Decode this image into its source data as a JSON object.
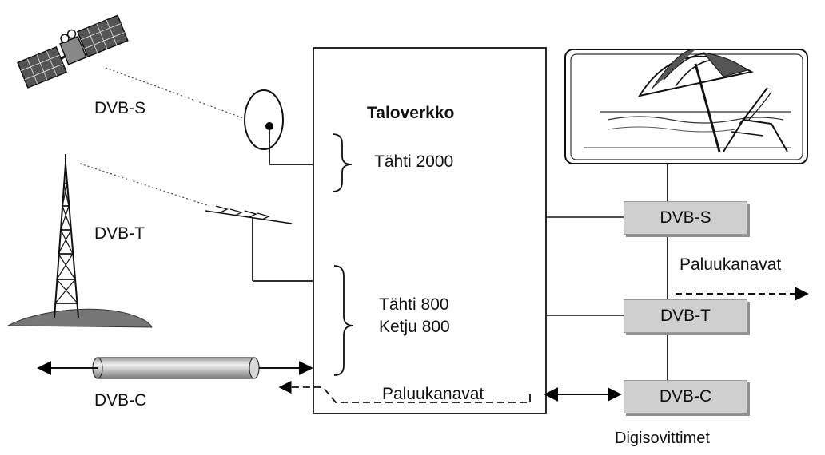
{
  "sources": {
    "dvb_s": "DVB-S",
    "dvb_t": "DVB-T",
    "dvb_c": "DVB-C"
  },
  "building": {
    "title": "Taloverkko",
    "topology_1": "Tähti 2000",
    "topology_2_line1": "Tähti 800",
    "topology_2_line2": "Ketju 800",
    "return_channel": "Paluukanavat"
  },
  "receivers": {
    "boxes": [
      "DVB-S",
      "DVB-T",
      "DVB-C"
    ],
    "return_channel": "Paluukanavat",
    "caption": "Digisovittimet"
  },
  "icons": [
    "satellite-icon",
    "satellite-dish-icon",
    "transmission-tower-icon",
    "antenna-icon",
    "cable-icon",
    "tv-screen-icon"
  ],
  "colors": {
    "box_fill": "#cfcfcf",
    "line": "#000000"
  }
}
